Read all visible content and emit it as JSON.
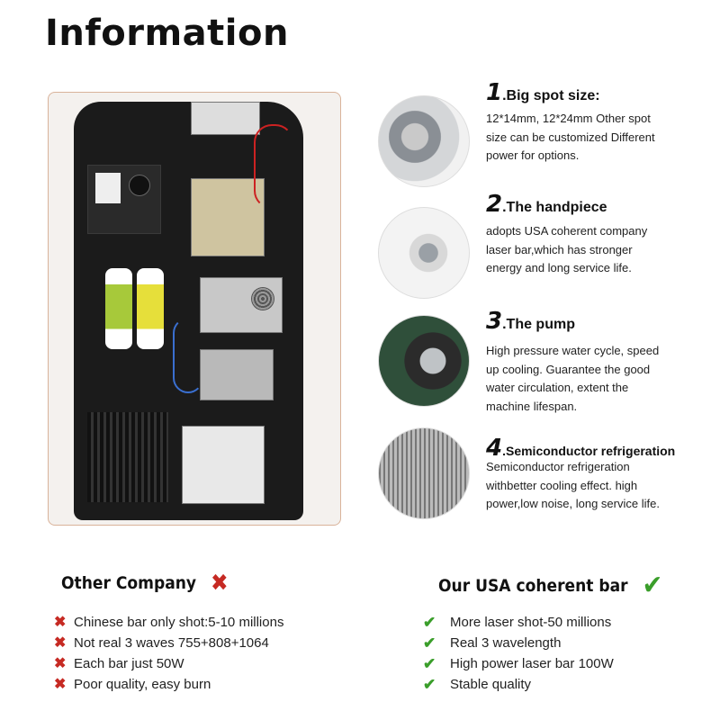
{
  "page": {
    "title": "Information"
  },
  "features": [
    {
      "num": "1",
      "title": ".Big spot size:",
      "desc": "12*14mm, 12*24mm Other spot size can be customized Different power for options."
    },
    {
      "num": "2",
      "title": ".The handpiece",
      "desc": "adopts USA coherent company laser bar,which has stronger energy and long service life."
    },
    {
      "num": "3",
      "title": ".The pump",
      "desc": "High pressure water cycle, speed up cooling. Guarantee the good water circulation, extent the machine lifespan."
    },
    {
      "num": "4",
      "title": ".Semiconductor refrigeration",
      "desc": "Semiconductor refrigeration withbetter cooling effect. high power,low noise, long service life."
    }
  ],
  "comparison": {
    "other": {
      "title": "Other Company",
      "items": [
        "Chinese bar only shot:5-10 millions",
        "Not real 3 waves 755+808+1064",
        "Each bar just 50W",
        "Poor quality, easy burn"
      ]
    },
    "ours": {
      "title": "Our USA coherent bar",
      "items": [
        "More laser shot-50 millions",
        "Real 3 wavelength",
        "High power laser bar 100W",
        "Stable quality"
      ]
    }
  },
  "icons": {
    "cross": "cross-icon",
    "check": "check-icon"
  },
  "colors": {
    "cross": "#c62a23",
    "check": "#3a9e2a",
    "frame": "#d9b39a"
  }
}
